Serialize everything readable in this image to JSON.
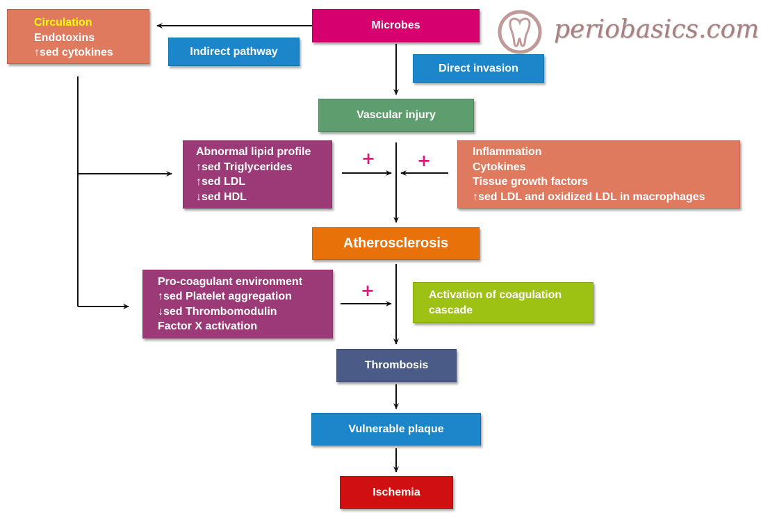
{
  "logo": {
    "text": "periobasics.com",
    "icon": "tooth-logo-icon"
  },
  "nodes": {
    "microbes": "Microbes",
    "circulation": {
      "title": "Circulation",
      "line2": "Endotoxins",
      "line3": "↑sed cytokines",
      "title_color": "#ffff00"
    },
    "indirect_pathway": "Indirect pathway",
    "direct_invasion": "Direct invasion",
    "vascular_injury": "Vascular injury",
    "lipid_profile": [
      "Abnormal lipid profile",
      "↑sed Triglycerides",
      "↑sed LDL",
      "↓sed HDL"
    ],
    "inflammation": [
      "Inflammation",
      "Cytokines",
      "Tissue growth factors",
      "↑sed LDL and oxidized LDL in macrophages"
    ],
    "atherosclerosis": "Atherosclerosis",
    "procoagulant": [
      "Pro-coagulant environment",
      "↑sed Platelet aggregation",
      "↓sed Thrombomodulin",
      "Factor X activation"
    ],
    "coagulation": [
      "Activation of coagulation",
      "cascade"
    ],
    "thrombosis": "Thrombosis",
    "vulnerable_plaque": "Vulnerable plaque",
    "ischemia": "Ischemia"
  },
  "plus_signs": [
    "+",
    "+",
    "+"
  ],
  "colors": {
    "magenta": "#d6006e",
    "salmon": "#e07a5f",
    "blue": "#1b86c9",
    "green": "#5e9e6e",
    "purple": "#9c3a78",
    "orange": "#e8710a",
    "lime": "#9dc213",
    "slate": "#4a5b87",
    "red": "#d01010",
    "plus": "#e0197d"
  }
}
